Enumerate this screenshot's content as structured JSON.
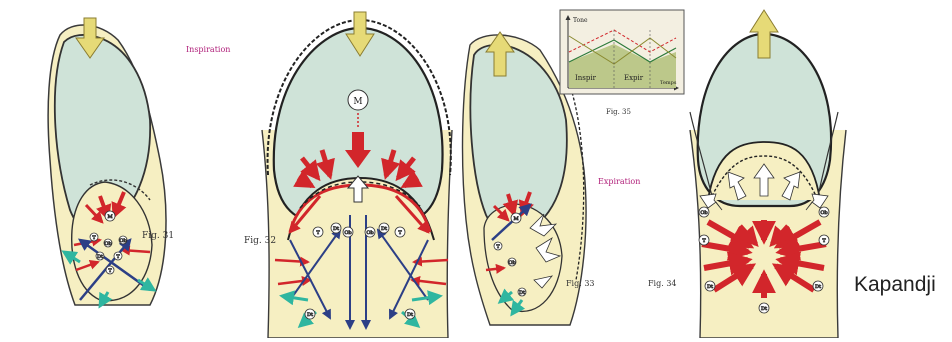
{
  "labels": {
    "inspiration": "Inspiration",
    "expiration": "Expiration",
    "fig31": "Fig. 31",
    "fig32": "Fig. 32",
    "fig33": "Fig. 33",
    "fig34": "Fig. 34",
    "fig35": "Fig. 35",
    "m": "M",
    "t": "T",
    "ob": "Ob",
    "dt": "Dt"
  },
  "inset": {
    "y_label": "Tone",
    "x_label": "Temps",
    "inspi": "Inspir",
    "expir": "Expir"
  },
  "caption": "Kapandji",
  "colors": {
    "lung_fill": "#cfe3d8",
    "abdomen_fill": "#f6efc2",
    "body_outline": "#3a3a3a",
    "arrow_red": "#d2262b",
    "arrow_blue": "#2c3f86",
    "arrow_teal": "#2fb6a0",
    "arrow_yellow": "#e6da77",
    "arrow_white": "#ffffff",
    "label_magenta": "#b0207a",
    "inset_fill": "#bcc88a",
    "inset_bg": "#f3efe1"
  }
}
